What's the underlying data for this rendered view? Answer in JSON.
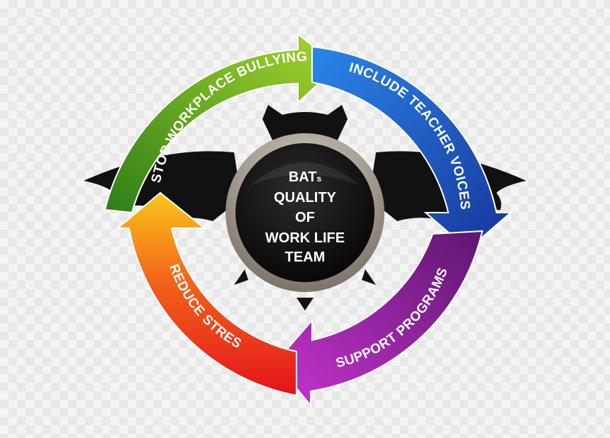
{
  "center": {
    "line1": "BAT",
    "line1_suffix": "s",
    "line2": "QUALITY",
    "line3": "OF",
    "line4": "WORK LIFE",
    "line5": "TEAM"
  },
  "arrows": [
    {
      "label": "STOP WORKPLACE BULLYING",
      "color_start": "#2e8b1f",
      "color_end": "#9bd22a"
    },
    {
      "label": "INCLUDE TEACHER VOICES",
      "color_start": "#1f6fd1",
      "color_end": "#1a3f9e"
    },
    {
      "label": "SUPPORT PROGRAMS",
      "color_start": "#8a1f93",
      "color_end": "#c02fc9"
    },
    {
      "label": "REDUCE STRESS",
      "color_start": "#e01b1b",
      "color_end": "#f6c21a"
    }
  ],
  "colors": {
    "bat": "#111111",
    "hub_ring": "#9a9186",
    "hub_fill": "#121212"
  },
  "icons": [
    "bat-silhouette-icon"
  ]
}
